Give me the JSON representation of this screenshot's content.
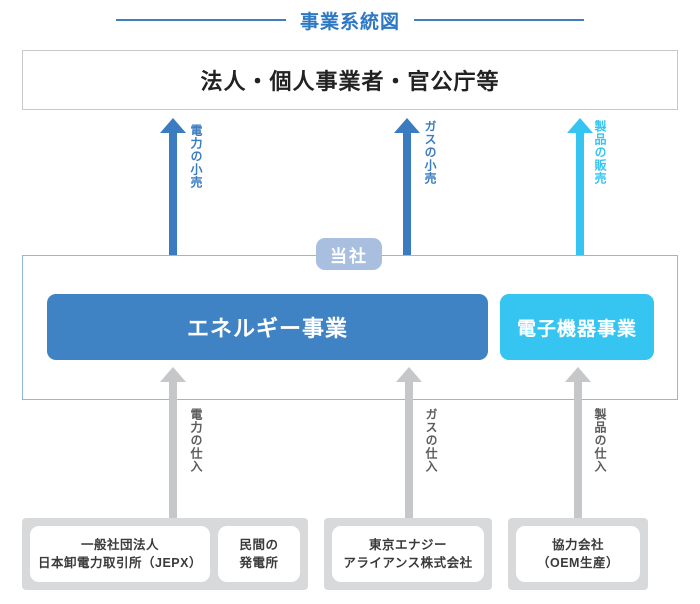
{
  "header": {
    "title": "事業系統図"
  },
  "customers": {
    "label": "法人・個人事業者・官公庁等"
  },
  "sales_flows": [
    {
      "name": "electricity-retail",
      "label": "電力の小売",
      "color": "#3b7cc0"
    },
    {
      "name": "gas-retail",
      "label": "ガスの小売",
      "color": "#3b7cc0"
    },
    {
      "name": "product-sales",
      "label": "製品の販売",
      "color": "#35c5f0"
    }
  ],
  "company": {
    "badge": "当社",
    "units": [
      {
        "name": "energy-business",
        "label": "エネルギー事業",
        "color": "#3f83c4"
      },
      {
        "name": "device-business",
        "label": "電子機器事業",
        "color": "#35c5f0"
      }
    ]
  },
  "procurement_flows": [
    {
      "name": "electricity-procurement",
      "label": "電力の仕入"
    },
    {
      "name": "gas-procurement",
      "label": "ガスの仕入"
    },
    {
      "name": "product-procurement",
      "label": "製品の仕入"
    }
  ],
  "suppliers": [
    {
      "group": "electricity-suppliers",
      "cards": [
        {
          "line1": "一般社団法人",
          "line2": "日本卸電力取引所（JEPX）"
        },
        {
          "line1": "民間の",
          "line2": "発電所"
        }
      ]
    },
    {
      "group": "gas-suppliers",
      "cards": [
        {
          "line1": "東京エナジー",
          "line2": "アライアンス株式会社"
        }
      ]
    },
    {
      "group": "product-suppliers",
      "cards": [
        {
          "line1": "協力会社",
          "line2": "（OEM生産）"
        }
      ]
    }
  ],
  "colors": {
    "title_blue": "#2d78c4",
    "rule_blue": "#3f7fbf",
    "arrow_blue": "#3b7cc0",
    "arrow_cyan": "#35c5f0",
    "arrow_gray": "#c6c7c9",
    "badge_blue": "#a8bfe0",
    "container_border": "#93b8dd",
    "supplier_gray": "#d8d9da"
  }
}
